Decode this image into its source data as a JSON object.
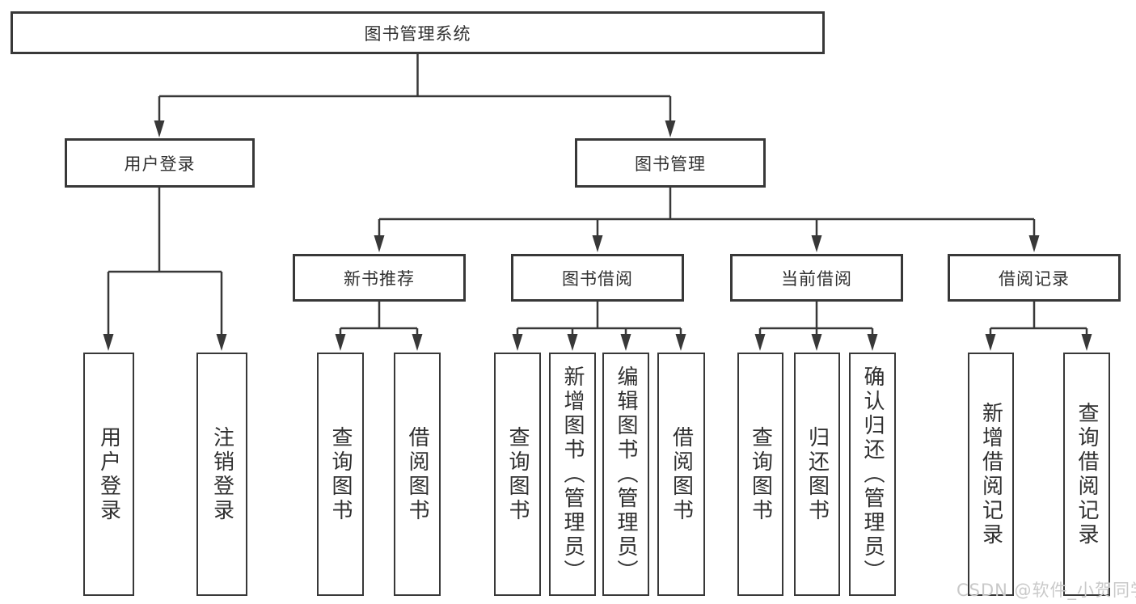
{
  "diagram": {
    "type": "functional-structure-tree",
    "colors": {
      "line": "#383838",
      "box_border": "#383838",
      "text": "#303030",
      "background": "#ffffff",
      "watermark": "#c9c9c9"
    },
    "tree": {
      "root": "图书管理系统",
      "children": [
        {
          "label": "用户登录",
          "children": [
            "用户登录",
            "注销登录"
          ]
        },
        {
          "label": "图书管理",
          "children": [
            {
              "label": "新书推荐",
              "children": [
                "查询图书",
                "借阅图书"
              ]
            },
            {
              "label": "图书借阅",
              "children": [
                "查询图书",
                "新增图书（管理员）",
                "编辑图书（管理员）",
                "借阅图书"
              ]
            },
            {
              "label": "当前借阅",
              "children": [
                "查询图书",
                "归还图书",
                "确认归还（管理员）"
              ]
            },
            {
              "label": "借阅记录",
              "children": [
                "新增借阅记录",
                "查询借阅记录"
              ]
            }
          ]
        }
      ]
    },
    "watermark": {
      "text": "CSDN @软件_小贺同学"
    }
  }
}
